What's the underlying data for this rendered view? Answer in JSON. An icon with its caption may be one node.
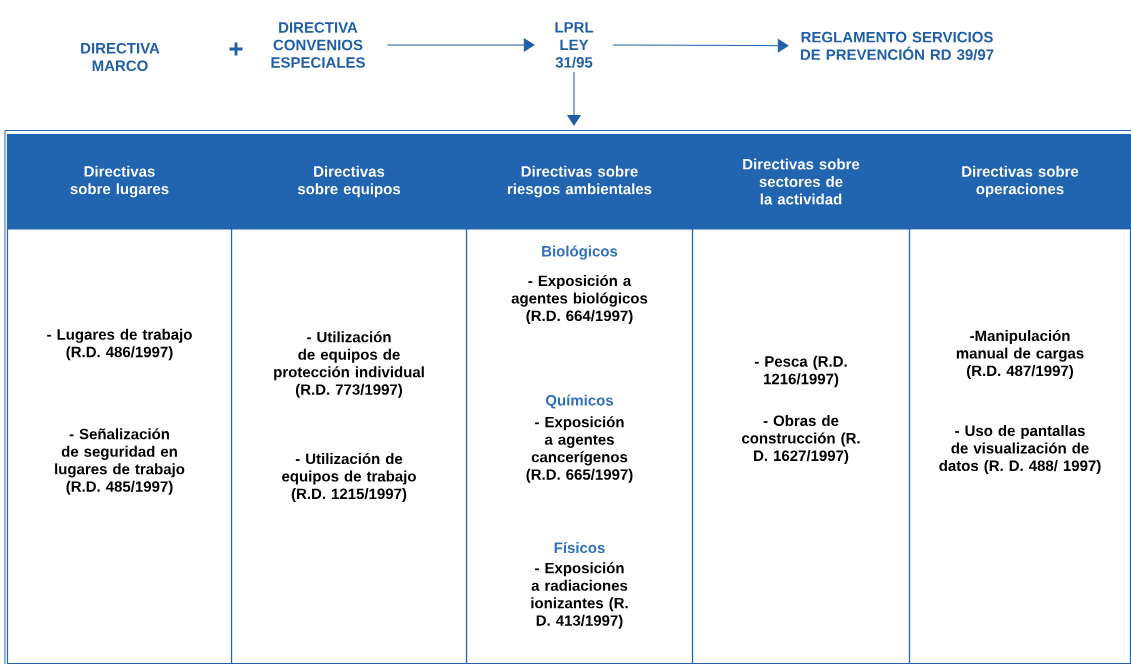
{
  "diagram": {
    "nodes": [
      {
        "text": [
          "DIRECTIVA MARCO"
        ]
      },
      {
        "text": [
          "DIRECTIVA CONVENIOS ESPECIALES"
        ]
      },
      {
        "text": [
          "LPRL LEY 31/95"
        ]
      },
      {
        "text": [
          "REGLAMENTO SERVICIOS DE PREVENCIÓN RD 39/97"
        ]
      },
      {
        "text": [],
        "shape": "box"
      },
      {
        "text": [
          "Directivas sobre lugares",
          "- Lugares de trabajo (R.D. 486/1997)",
          "- Señalización de seguridad en lugares de trabajo (R.D. 485/1997)"
        ],
        "in": 4
      },
      {
        "text": [
          "Directivas sobre equipos",
          "- Utilización de equipos de protección individual (R.D. 773/1997)",
          "- Utilización de equipos de trabajo (R.D. 1215/1997)"
        ],
        "in": 4
      },
      {
        "text": [
          "Directivas sobre riesgos ambientales",
          "Biológicos",
          "- Exposición a agentes biológicos (R.D. 664/1997)",
          "Químicos",
          "- Exposición a agentes cancerígenos (R.D. 665/1997)",
          "Físicos",
          "- Exposición a radiaciones ionizantes (R. D. 413/1997)"
        ],
        "in": 4
      },
      {
        "text": [
          "Directivas sobre sectores de la actividad",
          "- Pesca (R.D. 1216/1997)",
          "- Obras de construcción (R. D. 1627/1997)"
        ],
        "in": 4
      },
      {
        "text": [
          "Directivas sobre operaciones",
          "-Manipulación manual de cargas (R.D. 487/1997)",
          "- Uso de pantallas de visualización de datos (R. D. 488/ 1997)"
        ],
        "in": 4
      }
    ],
    "edges": [
      {
        "from": 1,
        "to": 2,
        "arrow": "to"
      },
      {
        "from": 2,
        "to": 3,
        "arrow": "to"
      },
      {
        "from": 2,
        "to": 4,
        "arrow": "to"
      }
    ],
    "labels": [
      "+"
    ]
  }
}
